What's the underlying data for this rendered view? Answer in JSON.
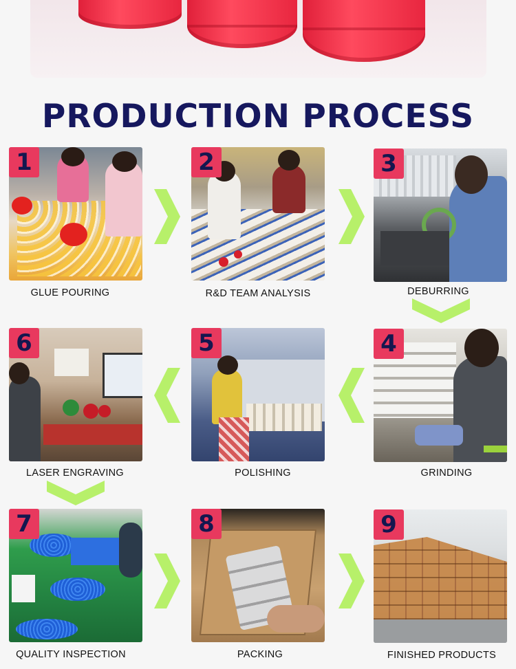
{
  "heading": "PRODUCTION PROCESS",
  "accent": {
    "badge": "#e8395e",
    "badge_text": "#14174f",
    "heading": "#16185e",
    "arrow": "#b7f06a"
  },
  "steps": [
    {
      "number": "1",
      "label": "GLUE POURING"
    },
    {
      "number": "2",
      "label": "R&D TEAM ANALYSIS"
    },
    {
      "number": "3",
      "label": "DEBURRING"
    },
    {
      "number": "4",
      "label": "GRINDING"
    },
    {
      "number": "5",
      "label": "POLISHING"
    },
    {
      "number": "6",
      "label": "LASER ENGRAVING"
    },
    {
      "number": "7",
      "label": "QUALITY INSPECTION"
    },
    {
      "number": "8",
      "label": "PACKING"
    },
    {
      "number": "9",
      "label": "FINISHED PRODUCTS"
    }
  ],
  "arrows": [
    "arrow-right",
    "arrow-right",
    "arrow-down",
    "arrow-left",
    "arrow-left",
    "arrow-down",
    "arrow-right",
    "arrow-right"
  ]
}
